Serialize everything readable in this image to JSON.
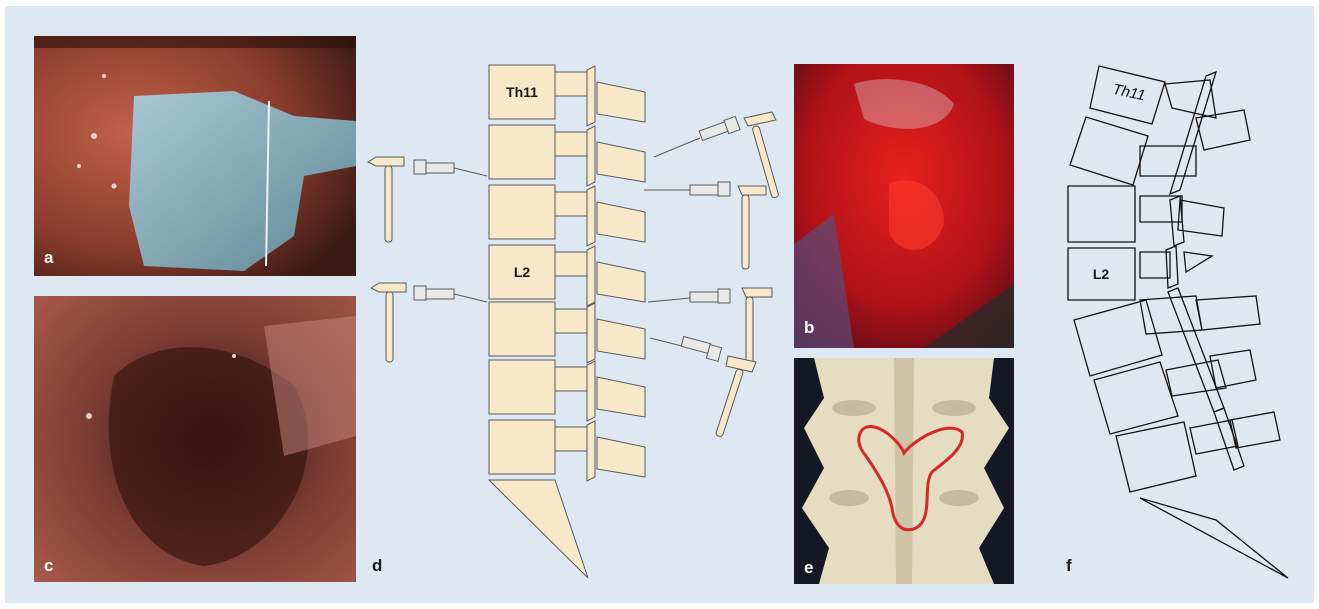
{
  "figure": {
    "panel_labels": {
      "a": "a",
      "b": "b",
      "c": "c",
      "d": "d",
      "e": "e",
      "f": "f"
    },
    "diagram_d": {
      "top_vertebra_label": "Th11",
      "lower_vertebra_label": "L2"
    },
    "diagram_f": {
      "top_vertebra_label": "Th11",
      "lower_vertebra_label": "L2"
    },
    "colors": {
      "background": "#dde8f3",
      "vertebra_fill": "#f6e8c8",
      "outline": "#5a5a5a",
      "trace_red": "#d62828"
    }
  }
}
